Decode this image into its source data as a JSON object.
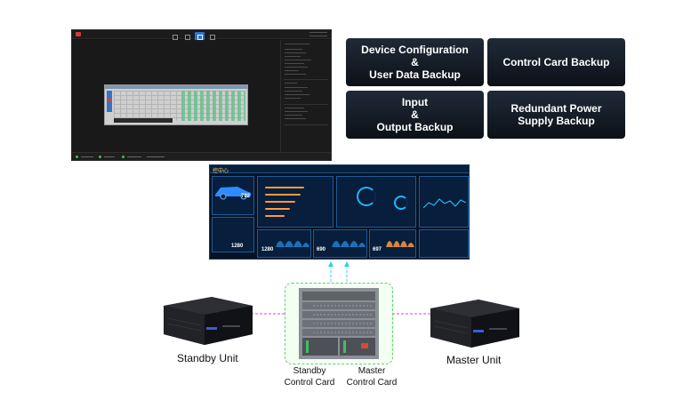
{
  "features": [
    {
      "id": "device-config",
      "label": "Device Configuration\n&\nUser Data Backup"
    },
    {
      "id": "control-card",
      "label": "Control Card Backup"
    },
    {
      "id": "input-output",
      "label": "Input\n&\nOutput Backup"
    },
    {
      "id": "power",
      "label": "Redundant Power\nSupply Backup"
    }
  ],
  "video_wall": {
    "title": "控中心",
    "kpis": [
      "792",
      "1280",
      "1280",
      "690",
      "697"
    ]
  },
  "devices": {
    "standby_unit": "Standby Unit",
    "master_unit": "Master Unit",
    "standby_card": "Standby\nControl Card",
    "master_card": "Master\nControl Card"
  },
  "colors": {
    "tile_bg_top": "#1f2a38",
    "tile_bg_bottom": "#0d1117",
    "standby_link": "#e040e0",
    "master_link": "#e040e0",
    "output_link": "#33d0e8",
    "chassis_frame": "#5dd65d",
    "wall_bg": "#061325"
  },
  "icons": {
    "app_logo": "app-logo-icon",
    "toolbar": [
      "monitor-icon",
      "grid-icon",
      "matrix-icon",
      "settings-icon"
    ]
  }
}
